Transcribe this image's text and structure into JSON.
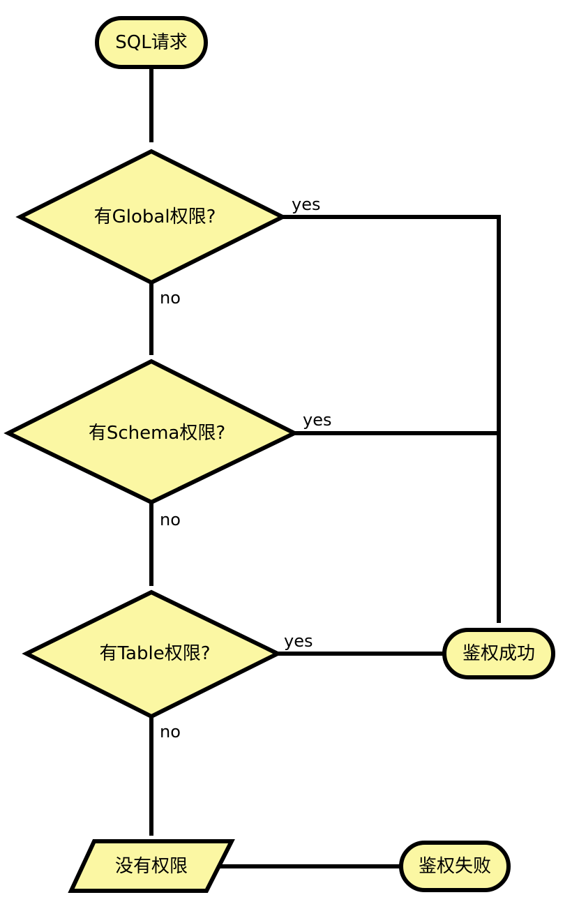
{
  "diagram": {
    "nodes": {
      "start": {
        "label": "SQL请求",
        "shape": "terminal"
      },
      "check_global": {
        "label": "有Global权限?",
        "shape": "decision"
      },
      "check_schema": {
        "label": "有Schema权限?",
        "shape": "decision"
      },
      "check_table": {
        "label": "有Table权限?",
        "shape": "decision"
      },
      "auth_success": {
        "label": "鉴权成功",
        "shape": "terminal"
      },
      "no_permission": {
        "label": "没有权限",
        "shape": "io"
      },
      "auth_fail": {
        "label": "鉴权失败",
        "shape": "terminal"
      }
    },
    "edges": {
      "global_yes": {
        "from": "check_global",
        "to": "auth_success",
        "label": "yes"
      },
      "global_no": {
        "from": "check_global",
        "to": "check_schema",
        "label": "no"
      },
      "schema_yes": {
        "from": "check_schema",
        "to": "auth_success",
        "label": "yes"
      },
      "schema_no": {
        "from": "check_schema",
        "to": "check_table",
        "label": "no"
      },
      "table_yes": {
        "from": "check_table",
        "to": "auth_success",
        "label": "yes"
      },
      "table_no": {
        "from": "check_table",
        "to": "no_permission",
        "label": "no"
      },
      "fail_link": {
        "from": "no_permission",
        "to": "auth_fail",
        "label": ""
      },
      "start_link": {
        "from": "start",
        "to": "check_global",
        "label": ""
      }
    },
    "colors": {
      "node_fill": "#fbf7a3",
      "stroke": "#000000",
      "background": "#ffffff"
    }
  }
}
